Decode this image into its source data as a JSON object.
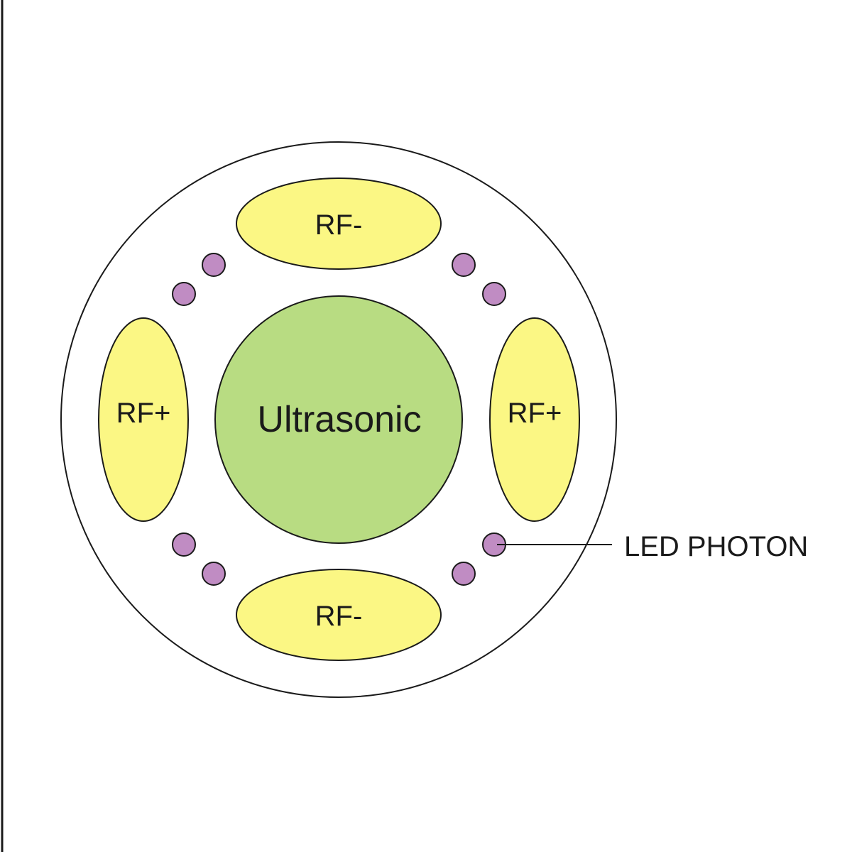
{
  "diagram": {
    "center_label": "Ultrasonic",
    "top_label": "RF-",
    "bottom_label": "RF-",
    "left_label": "RF+",
    "right_label": "RF+",
    "callout_label": "LED PHOTON",
    "led_count": 8,
    "colors": {
      "ultrasonic_fill": "#b8dc82",
      "rf_fill": "#fbf784",
      "led_fill": "#c08cc3",
      "stroke": "#1a1a1a",
      "background": "#ffffff"
    }
  }
}
